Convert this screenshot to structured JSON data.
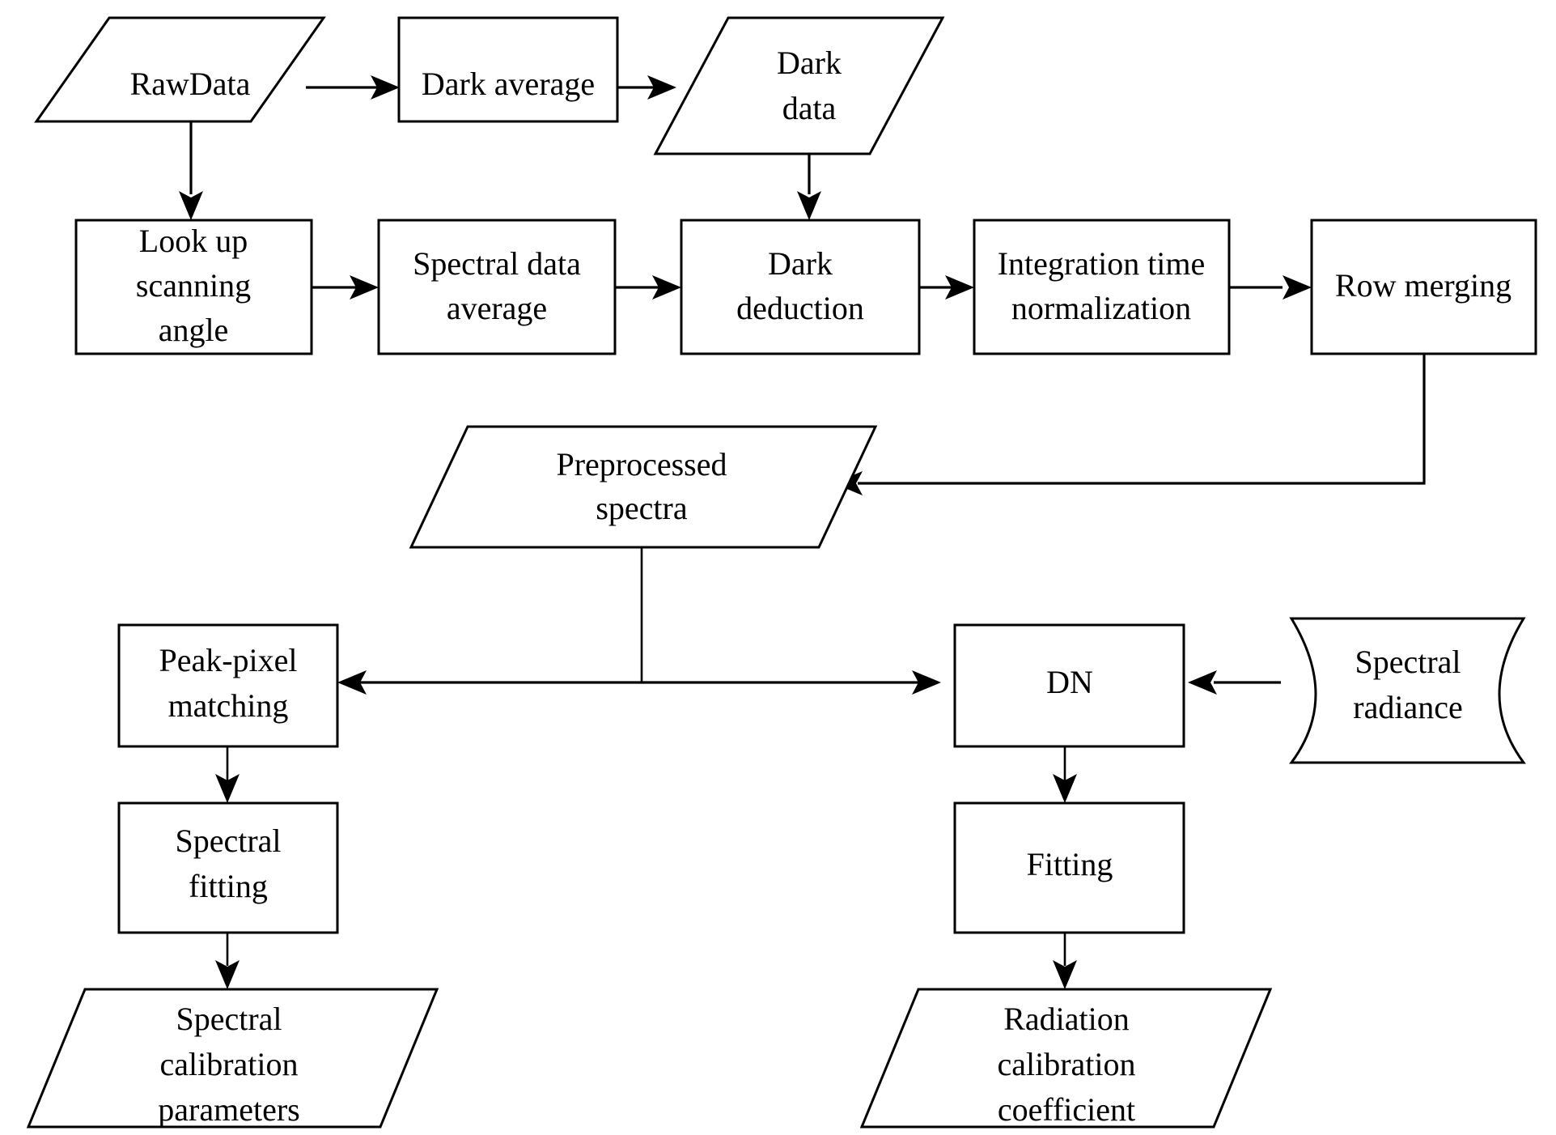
{
  "diagram": {
    "title": "Spectral and radiometric calibration preprocessing flowchart",
    "stroke_color": "#000000",
    "fill_color": "#ffffff",
    "nodes": {
      "raw_data": {
        "label": "RawData",
        "shape": "parallelogram"
      },
      "dark_average": {
        "label": "Dark average",
        "shape": "rectangle"
      },
      "dark_data_line1": {
        "label": "Dark",
        "line2": "data",
        "shape": "parallelogram"
      },
      "look_up_scanning_angle_line1": {
        "label": "Look up",
        "line2": "scanning",
        "line3": "angle",
        "shape": "rectangle"
      },
      "spectral_data_average_line1": {
        "label": "Spectral data",
        "line2": "average",
        "shape": "rectangle"
      },
      "dark_deduction_line1": {
        "label": "Dark",
        "line2": "deduction",
        "shape": "rectangle"
      },
      "integration_time_normalization_line1": {
        "label": "Integration time",
        "line2": "normalization",
        "shape": "rectangle"
      },
      "row_merging": {
        "label": "Row merging",
        "shape": "rectangle"
      },
      "preprocessed_spectra_line1": {
        "label": "Preprocessed",
        "line2": "spectra",
        "shape": "parallelogram"
      },
      "peak_pixel_matching_line1": {
        "label": "Peak-pixel",
        "line2": "matching",
        "shape": "rectangle"
      },
      "dn": {
        "label": "DN",
        "shape": "rectangle"
      },
      "spectral_radiance_line1": {
        "label": "Spectral",
        "line2": "radiance",
        "shape": "document"
      },
      "spectral_fitting_line1": {
        "label": "Spectral",
        "line2": "fitting",
        "shape": "rectangle"
      },
      "fitting": {
        "label": "Fitting",
        "shape": "rectangle"
      },
      "spectral_calibration_parameters_line1": {
        "label": "Spectral",
        "line2": "calibration",
        "line3": "parameters",
        "shape": "parallelogram"
      },
      "radiation_calibration_coefficient_line1": {
        "label": "Radiation",
        "line2": "calibration",
        "line3": "coefficient",
        "shape": "parallelogram"
      }
    }
  }
}
